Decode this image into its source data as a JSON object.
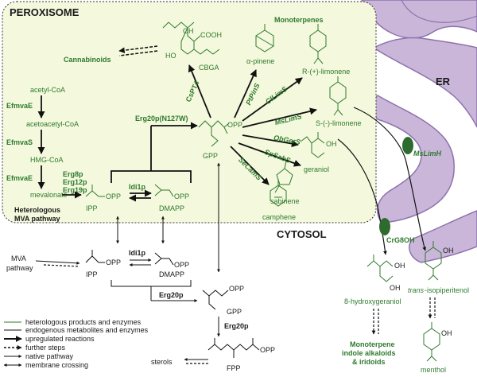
{
  "compartments": {
    "peroxisome": "PEROXISOME",
    "cytosol": "CYTOSOL",
    "er": "ER"
  },
  "peroxisome": {
    "mva_steps": [
      "acetyl-CoA",
      "acetoacetyl-CoA",
      "HMG-CoA",
      "mevalonate"
    ],
    "mva_enzymes": [
      "EfmvaE",
      "EfmvaS",
      "EfmvaE"
    ],
    "erg_enzymes": [
      "Erg8p",
      "Erg12p",
      "Erg19p"
    ],
    "pathway_label_1": "Heterologous",
    "pathway_label_2": "MVA pathway",
    "ipp": "IPP",
    "dmapp": "DMAPP",
    "opp": "OPP",
    "idi": "Idi1p",
    "gpp": "GPP",
    "erg20_mut": "Erg20p(N127W)",
    "cbga": "CBGA",
    "cbga_oh": "OH",
    "cbga_cooh": "COOH",
    "cbga_ho": "HO",
    "cannabinoids": "Cannabinoids",
    "cspt4": "CsPT4",
    "monoterpenes": "Monoterpenes",
    "products": [
      "α-pinene",
      "R-(+)-limonene",
      "S-(-)-limonene",
      "geraniol",
      "sabinene",
      "camphene"
    ],
    "product_enzymes": [
      "PtPinS",
      "CILimS",
      "MsLimS",
      "ObGerS",
      "SpSabS",
      "SeCamS"
    ],
    "geraniol_oh": "OH"
  },
  "cytosol": {
    "mva_1": "MVA",
    "mva_2": "pathway",
    "ipp": "IPP",
    "dmapp": "DMAPP",
    "opp": "OPP",
    "idi": "Idi1p",
    "erg20_1": "Erg20p",
    "gpp": "GPP",
    "erg20_2": "Erg20p",
    "fpp": "FPP",
    "sterols": "sterols"
  },
  "er": {
    "limh": "MsLimH",
    "cr8": "CrG8OH",
    "hydroxygeraniol": "8-hydroxygeraniol",
    "isopiperitenol_prefix": "trans",
    "isopiperitenol_rest": "-isopiperitenol",
    "menthol": "menthol",
    "oh": "OH",
    "final_1": "Monoterpene",
    "final_2": "indole alkaloids",
    "final_3": "& iridoids"
  },
  "legend": [
    "heterologous products and enzymes",
    "endogenous metabolites and enzymes",
    "upregulated reactions",
    "further steps",
    "native pathway",
    "membrane crossing"
  ],
  "colors": {
    "green": "#2f7a2f",
    "peroxisome_fill": "#f4f8dc",
    "er_fill": "#c9b6d9",
    "er_stroke": "#8e73ad",
    "enzyme_ellipse": "#2e6b2e"
  }
}
